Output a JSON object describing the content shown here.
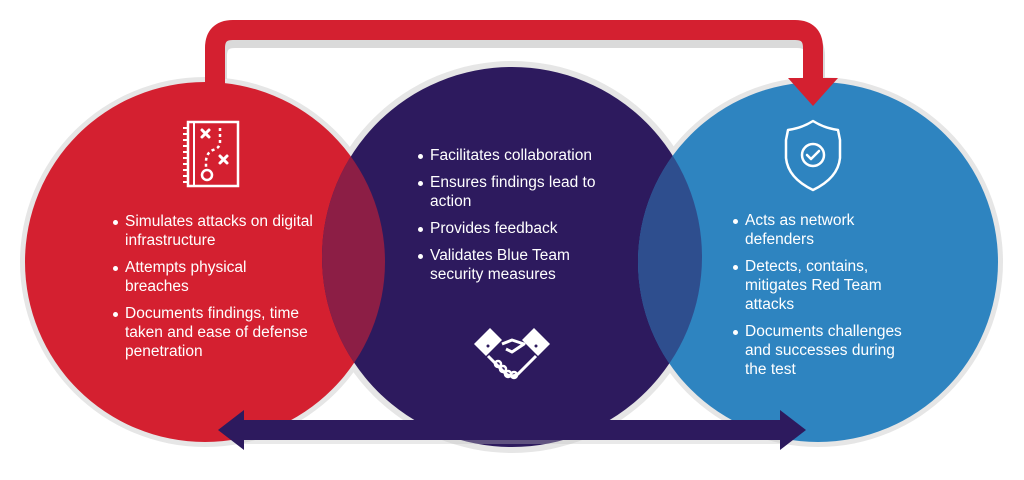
{
  "colors": {
    "red": "#D42030",
    "purple": "#2D1A5E",
    "blue": "#2E84C0",
    "red_purple_overlap": "#8C1E45",
    "purple_blue_overlap": "#2E4E8E",
    "outline": "#E6E6E6",
    "text": "#FFFFFF"
  },
  "red_team": {
    "icon": "playbook-icon",
    "bullets": [
      "Simulates attacks on digital infrastructure",
      "Attempts physical breaches",
      "Documents findings, time taken and ease of defense penetration"
    ]
  },
  "purple_team": {
    "icon": "handshake-icon",
    "bullets": [
      "Facilitates collaboration",
      "Ensures findings lead to action",
      "Provides feedback",
      "Validates Blue Team security measures"
    ]
  },
  "blue_team": {
    "icon": "shield-check-icon",
    "bullets": [
      "Acts as network defenders",
      "Detects, contains, mitigates Red Team attacks",
      "Documents challenges and successes during the test"
    ]
  },
  "arrows": {
    "top": "red arrow from Red Team to Blue Team",
    "bottom": "purple double-headed arrow between Red Team and Blue Team"
  }
}
